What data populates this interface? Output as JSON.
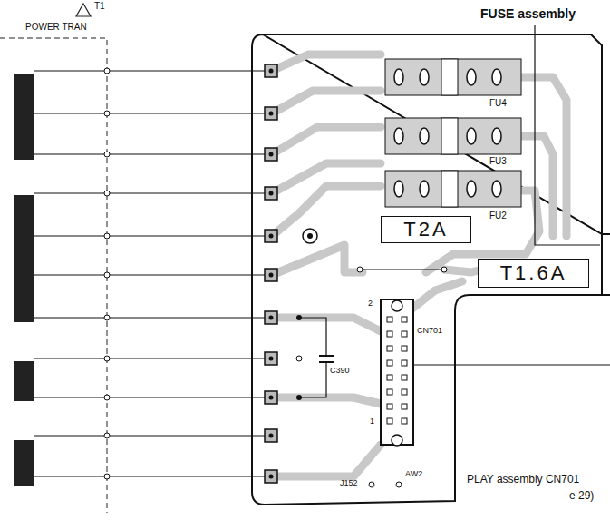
{
  "diagram": {
    "nodes": [
      {
        "text": [
          "T2A"
        ]
      },
      {
        "text": [
          "T1.6A"
        ]
      }
    ],
    "labels": [
      "FUSE assembly",
      "T1",
      "POWER TRAN",
      "FU4",
      "FU3",
      "FU2",
      "C390",
      "CN701",
      "1",
      "2",
      "AW2",
      "J152",
      "PLAY assembly CN701",
      "e 29)"
    ]
  }
}
